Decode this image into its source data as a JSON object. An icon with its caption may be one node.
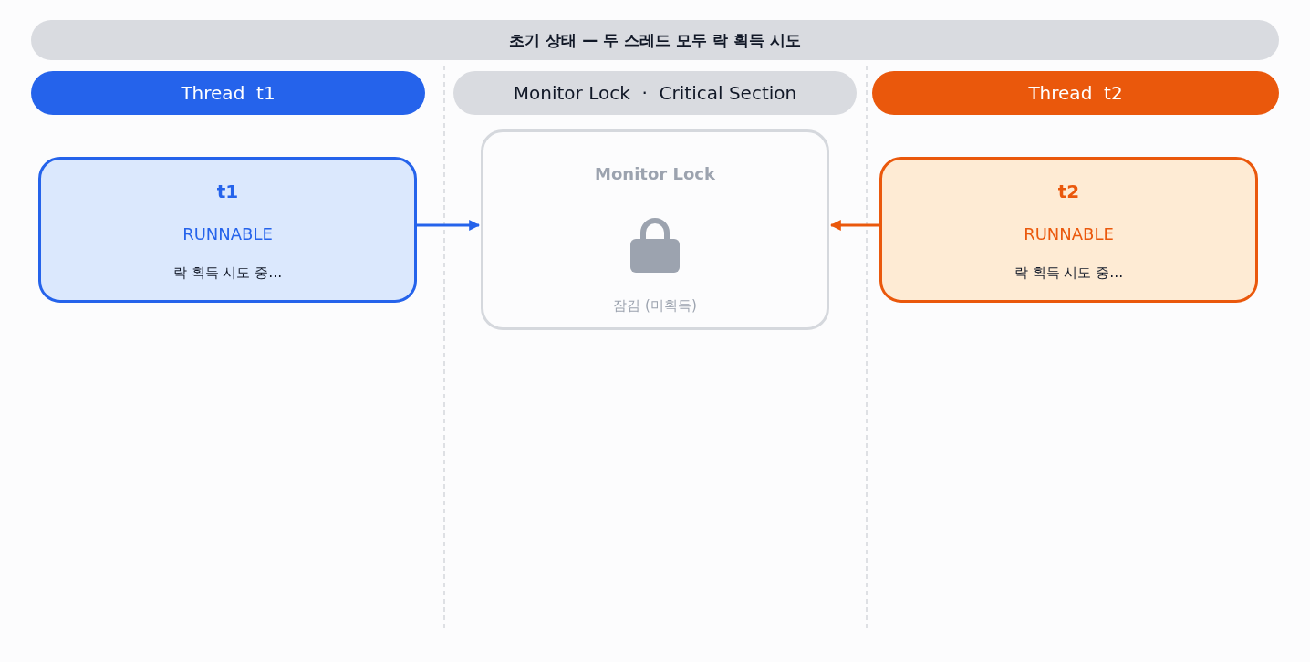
{
  "diagram": {
    "title": "초기 상태 — 두 스레드 모두 락 획득 시도",
    "nodes": [
      {
        "text": [
          "Thread  t1"
        ]
      },
      {
        "text": [
          "Monitor Lock  ·  Critical Section"
        ]
      },
      {
        "text": [
          "Thread  t2"
        ]
      },
      {
        "text": [
          "t1",
          "RUNNABLE",
          "락 획득 시도 중…"
        ]
      },
      {
        "text": [
          "Monitor Lock",
          "잠김 (미획득)"
        ]
      },
      {
        "text": [
          "t2",
          "RUNNABLE",
          "락 획득 시도 중…"
        ]
      }
    ],
    "edges": [
      {
        "from": 3,
        "to": 4,
        "arrow": "to",
        "color": "#2563eb"
      },
      {
        "from": 5,
        "to": 4,
        "arrow": "to",
        "color": "#ea580c"
      }
    ]
  }
}
